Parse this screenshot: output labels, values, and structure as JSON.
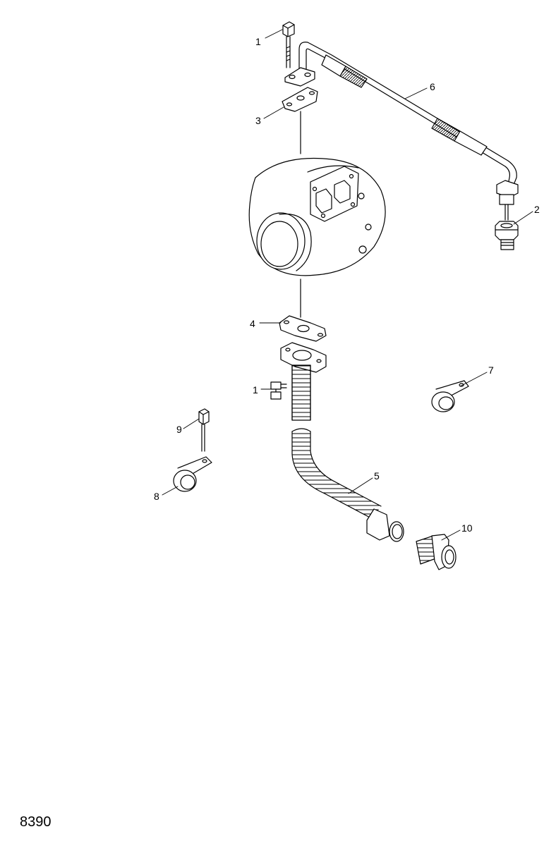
{
  "diagram": {
    "figure_number": "8390",
    "callouts": [
      {
        "id": "c1a",
        "label": "1"
      },
      {
        "id": "c2",
        "label": "2"
      },
      {
        "id": "c3",
        "label": "3"
      },
      {
        "id": "c6",
        "label": "6"
      },
      {
        "id": "c4",
        "label": "4"
      },
      {
        "id": "c1b",
        "label": "1"
      },
      {
        "id": "c7",
        "label": "7"
      },
      {
        "id": "c9",
        "label": "9"
      },
      {
        "id": "c8",
        "label": "8"
      },
      {
        "id": "c5",
        "label": "5"
      },
      {
        "id": "c10",
        "label": "10"
      }
    ]
  }
}
